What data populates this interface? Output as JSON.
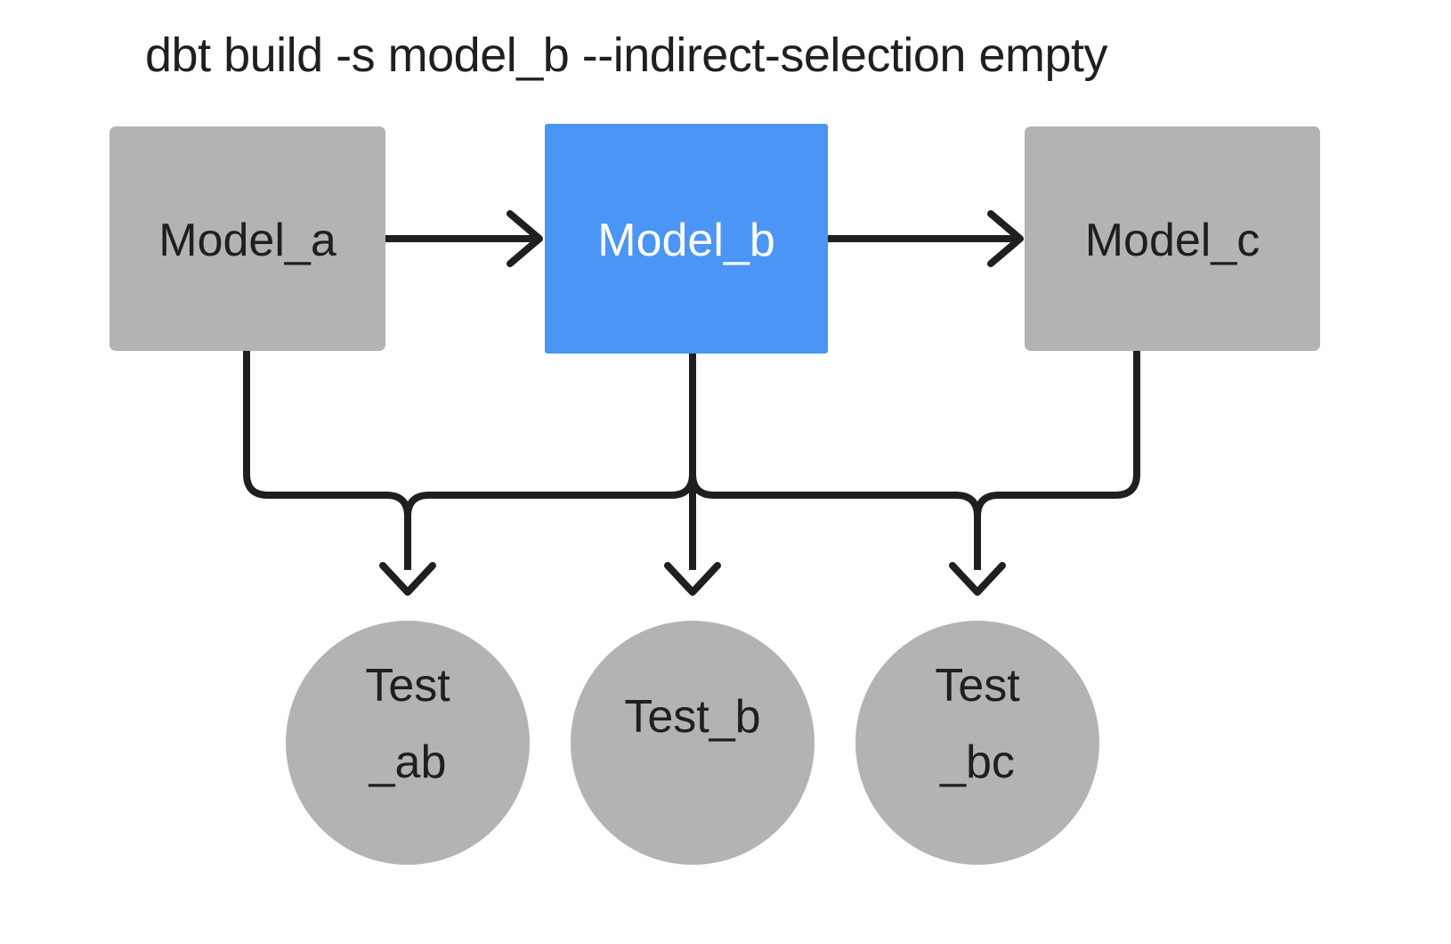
{
  "title": "dbt build -s model_b --indirect-selection empty",
  "colors": {
    "background": "#ffffff",
    "node_default": "#b3b3b3",
    "node_selected": "#4a95f5",
    "edge": "#1f1f1f",
    "text_dark": "#1f1f1f",
    "text_light": "#ffffff"
  },
  "models": [
    {
      "id": "model_a",
      "label": "Model_a",
      "selected": false
    },
    {
      "id": "model_b",
      "label": "Model_b",
      "selected": true
    },
    {
      "id": "model_c",
      "label": "Model_c",
      "selected": false
    }
  ],
  "tests": [
    {
      "id": "test_ab",
      "label": "Test_ab",
      "line1": "Test",
      "line2": "_ab",
      "selected": false
    },
    {
      "id": "test_b",
      "label": "Test_b",
      "line1": "Test_b",
      "line2": "",
      "selected": false
    },
    {
      "id": "test_bc",
      "label": "Test_bc",
      "line1": "Test",
      "line2": "_bc",
      "selected": false
    }
  ],
  "edges": [
    {
      "from": "model_a",
      "to": "model_b"
    },
    {
      "from": "model_b",
      "to": "model_c"
    },
    {
      "from": "model_a",
      "to": "test_ab"
    },
    {
      "from": "model_b",
      "to": "test_ab"
    },
    {
      "from": "model_b",
      "to": "test_b"
    },
    {
      "from": "model_b",
      "to": "test_bc"
    },
    {
      "from": "model_c",
      "to": "test_bc"
    }
  ]
}
